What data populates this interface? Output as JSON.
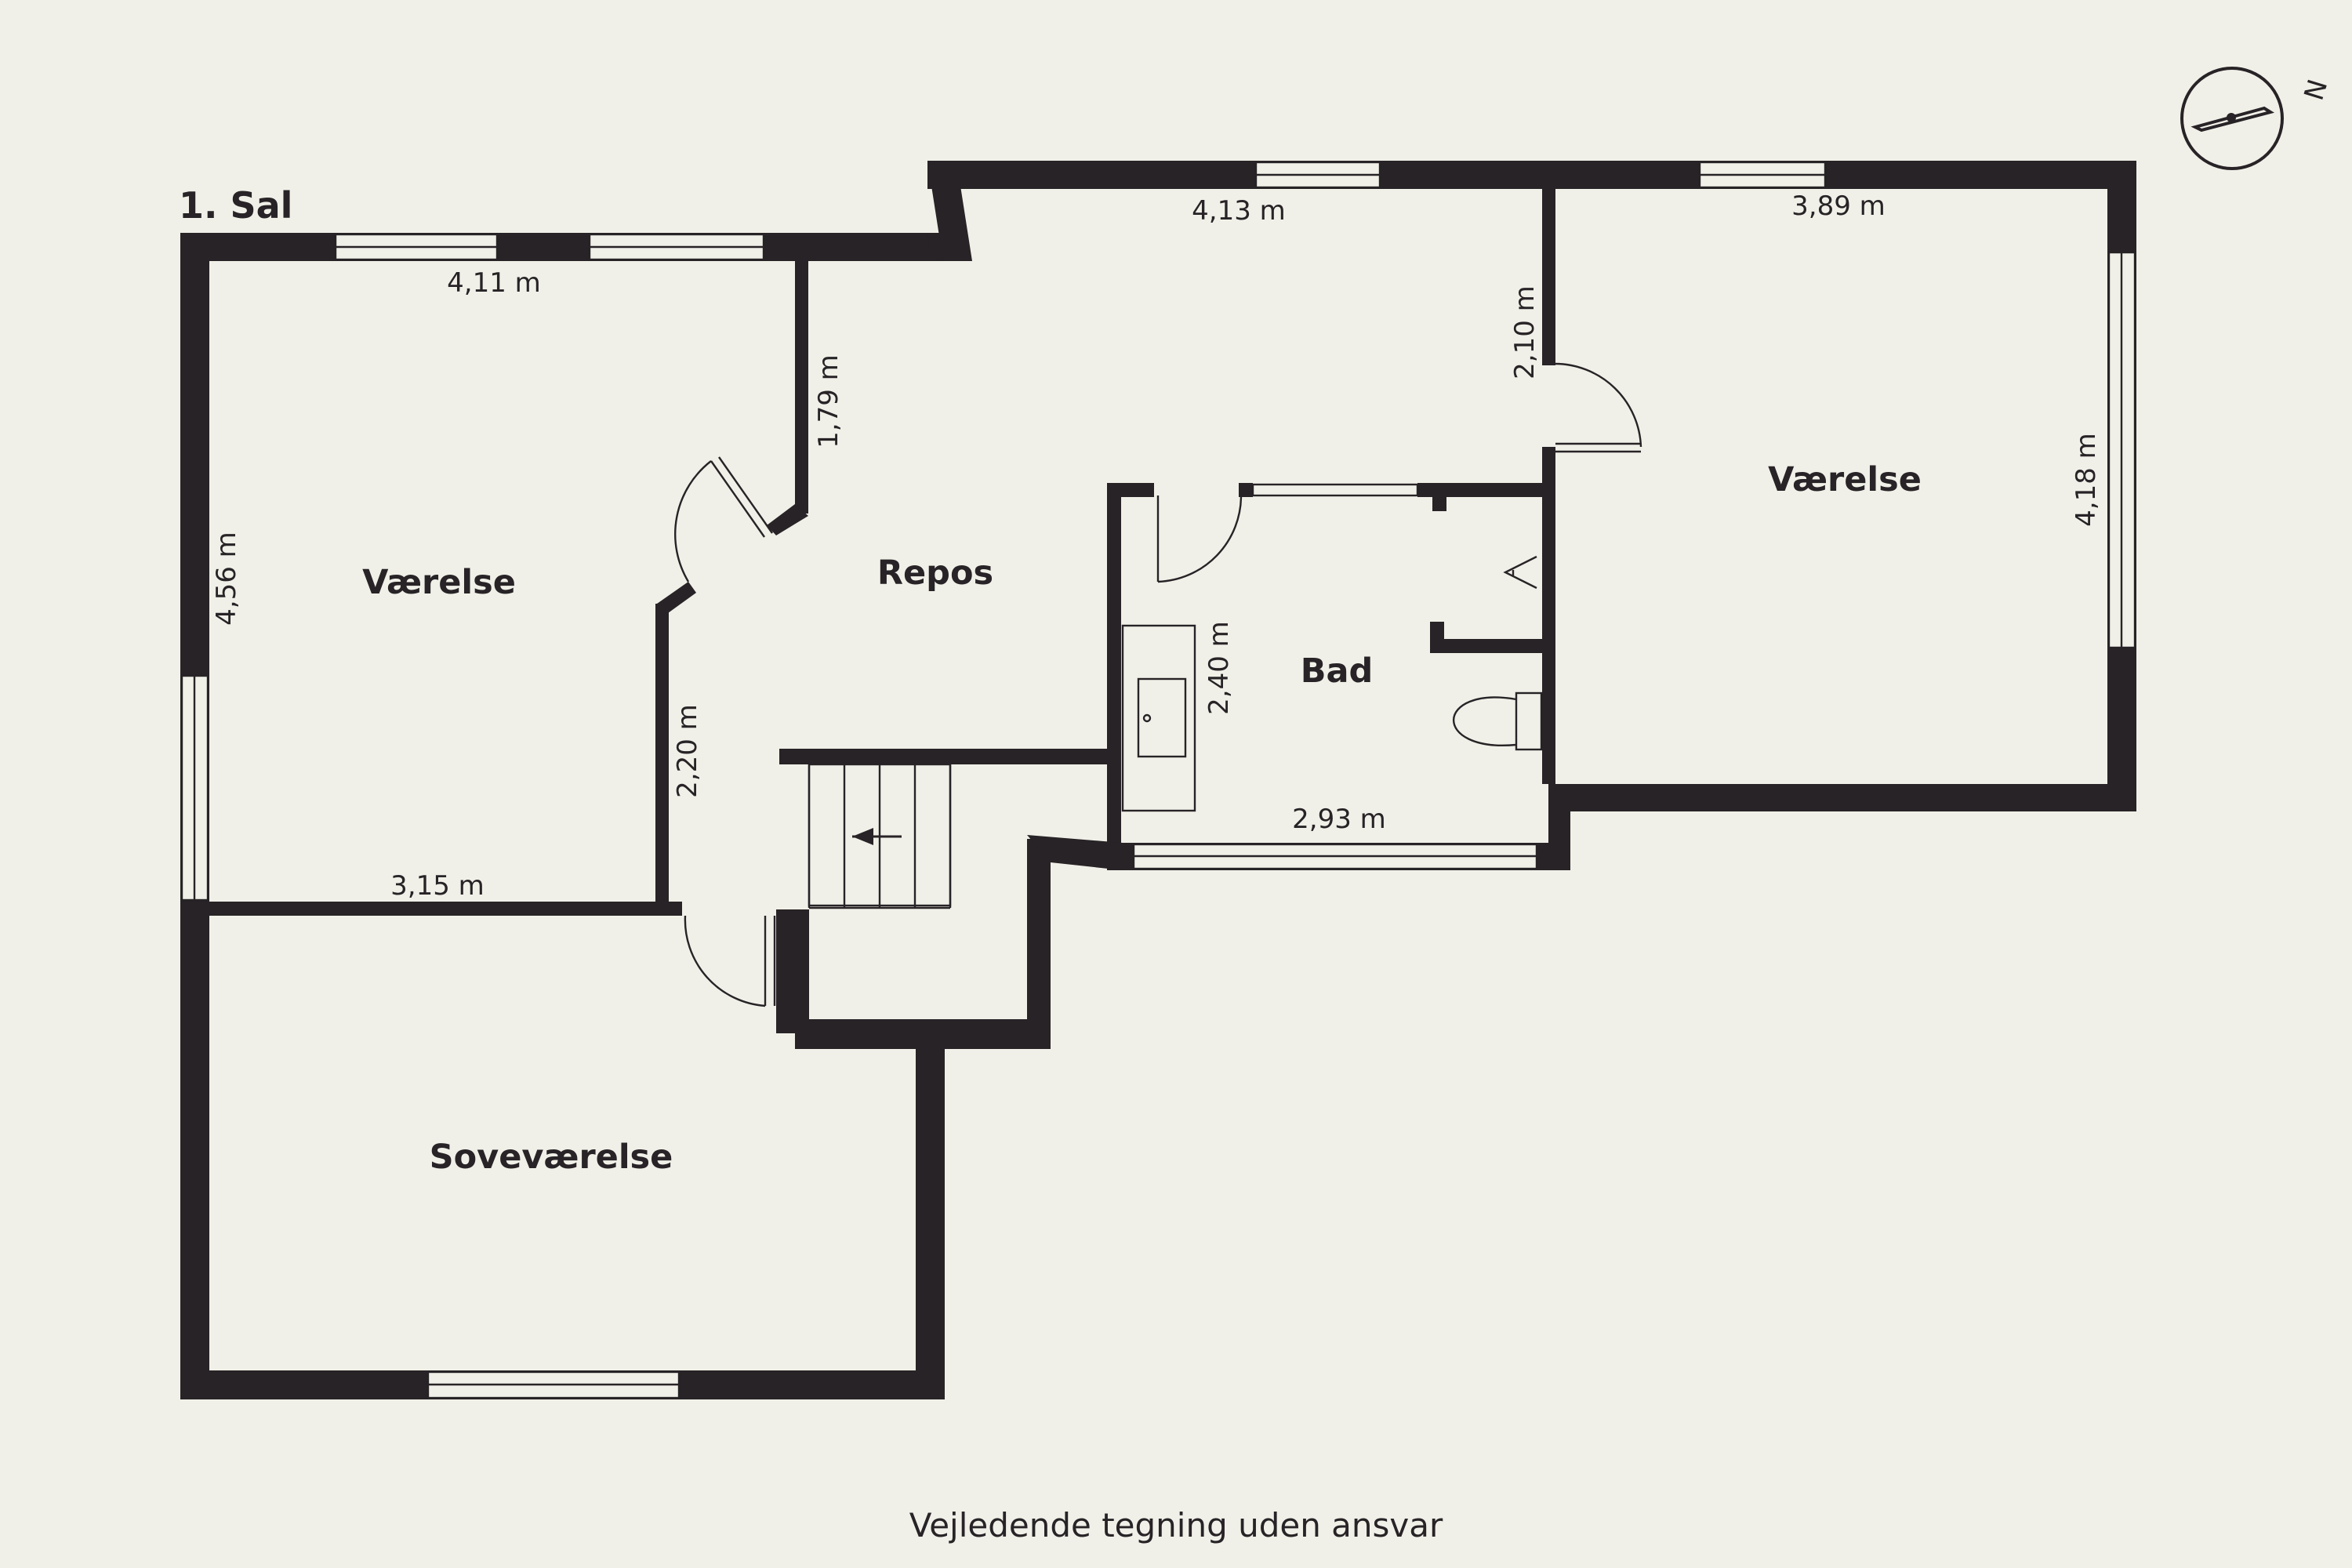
{
  "floor_title": "1. Sal",
  "rooms": {
    "vaerelse_left": "Værelse",
    "repos": "Repos",
    "bad": "Bad",
    "vaerelse_right": "Værelse",
    "sovevaerelse": "Soveværelse"
  },
  "dimensions": {
    "left_room_width": "4,11 m",
    "left_room_height": "4,56 m",
    "left_room_bottom": "3,15 m",
    "repos_height_top": "1,79 m",
    "repos_height_bottom": "2,20 m",
    "top_middle_width": "4,13 m",
    "top_middle_height": "2,10 m",
    "right_room_width": "3,89 m",
    "right_room_height": "4,18 m",
    "bath_height": "2,40 m",
    "bath_width": "2,93 m"
  },
  "compass": {
    "letter": "N",
    "icon": "compass-icon"
  },
  "footer_note": "Vejledende tegning uden ansvar",
  "colors": {
    "background": "#f1f0e8",
    "wall": "#272326"
  }
}
